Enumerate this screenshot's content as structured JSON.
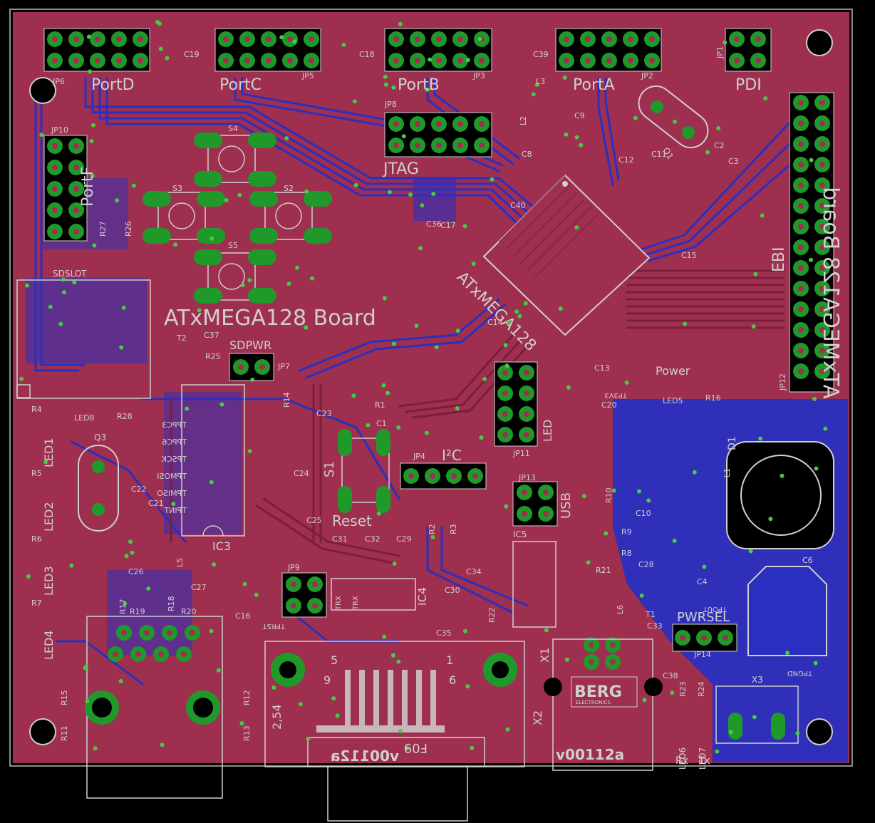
{
  "board": {
    "title": "ATxMEGA128 Board",
    "mirrored_title": "ATxMEGA128 Board",
    "chip_label": "ATxMEGA128",
    "colors": {
      "background": "#000000",
      "copper_top": "#9e2f4f",
      "copper_bottom": "#2a2fbf",
      "pad": "#1f9a2a",
      "silkscreen": "#cfcfcf",
      "via": "#44cc44"
    }
  },
  "headers": {
    "portD": {
      "name": "JP6",
      "label": "PortD"
    },
    "portC": {
      "name": "JP5",
      "label": "PortC"
    },
    "portB": {
      "name": "JP3",
      "label": "PortB"
    },
    "portA": {
      "name": "JP2",
      "label": "PortA"
    },
    "pdi": {
      "name": "JP1",
      "label": "PDI"
    },
    "jtag": {
      "name": "JP8",
      "label": "JTAG"
    },
    "portF": {
      "name": "JP10",
      "label": "PortF"
    },
    "ebi": {
      "name": "JP12",
      "label": "EBI"
    },
    "led": {
      "name": "JP11",
      "label": "LED"
    },
    "i2c": {
      "name": "JP4",
      "label": "I²C"
    },
    "usb": {
      "name": "JP13",
      "label": "USB"
    },
    "pwrsel": {
      "name": "JP14",
      "label": "PWRSEL"
    },
    "sdpwr": {
      "name": "JP7",
      "label": "SDPWR"
    },
    "jp9": {
      "name": "JP9"
    }
  },
  "components": {
    "sdslot": "SDSLOT",
    "reset_label": "Reset",
    "s1": "S1",
    "s2": "S2",
    "s3": "S3",
    "s4": "S4",
    "s5": "S5",
    "ic3": "IC3",
    "ic4": "IC4",
    "ic5": "IC5",
    "q1": "Q1",
    "q3": "Q3",
    "x1": "X1",
    "x2": "X2",
    "x3": "X3",
    "t1": "T1",
    "t2": "T2",
    "l1": "L1",
    "l2": "L2",
    "l3": "L3",
    "l5": "L5",
    "l6": "L6",
    "d1": "D1",
    "power": "Power",
    "led5": "LED5",
    "led6": "LED6",
    "led7": "LED7",
    "led8": "LED8",
    "led1": "LED1",
    "led2": "LED2",
    "led3": "LED3",
    "led4": "LED4",
    "berg": "BERG",
    "berg_sub": "ELECTRONICS",
    "v_label": "v00112a",
    "mirrored_v": "v00112a",
    "f09": "F09",
    "pitch": "2,54",
    "db9_pin9": "9",
    "db9_pin5": "5",
    "db9_pin1": "1",
    "db9_pin6": "6",
    "rx": "Rx",
    "tx": "Tx",
    "tp_gnd": "TPGND",
    "tp_3v3": "TP3V3",
    "tp_rst": "TPRST",
    "tp_out": "TPOUT",
    "tx_label": "TRX",
    "rx_label": "TRX",
    "ic3_pins": [
      "TPPC3",
      "TPPC6",
      "TPSCK",
      "TPMOSI",
      "TPMISO",
      "TPINT"
    ],
    "c_labels": [
      "C1",
      "C2",
      "C3",
      "C4",
      "C6",
      "C8",
      "C9",
      "C10",
      "C11",
      "C12",
      "C13",
      "C14",
      "C15",
      "C16",
      "C17",
      "C18",
      "C19",
      "C20",
      "C21",
      "C22",
      "C23",
      "C24",
      "C25",
      "C26",
      "C27",
      "C28",
      "C29",
      "C30",
      "C31",
      "C32",
      "C33",
      "C34",
      "C35",
      "C36",
      "C37",
      "C38",
      "C39",
      "C40"
    ],
    "r_labels": [
      "R1",
      "R2",
      "R3",
      "R4",
      "R5",
      "R6",
      "R7",
      "R8",
      "R9",
      "R10",
      "R11",
      "R12",
      "R13",
      "R14",
      "R15",
      "R16",
      "R17",
      "R18",
      "R19",
      "R20",
      "R21",
      "R22",
      "R23",
      "R24",
      "R25",
      "R26",
      "R27",
      "R28"
    ]
  }
}
